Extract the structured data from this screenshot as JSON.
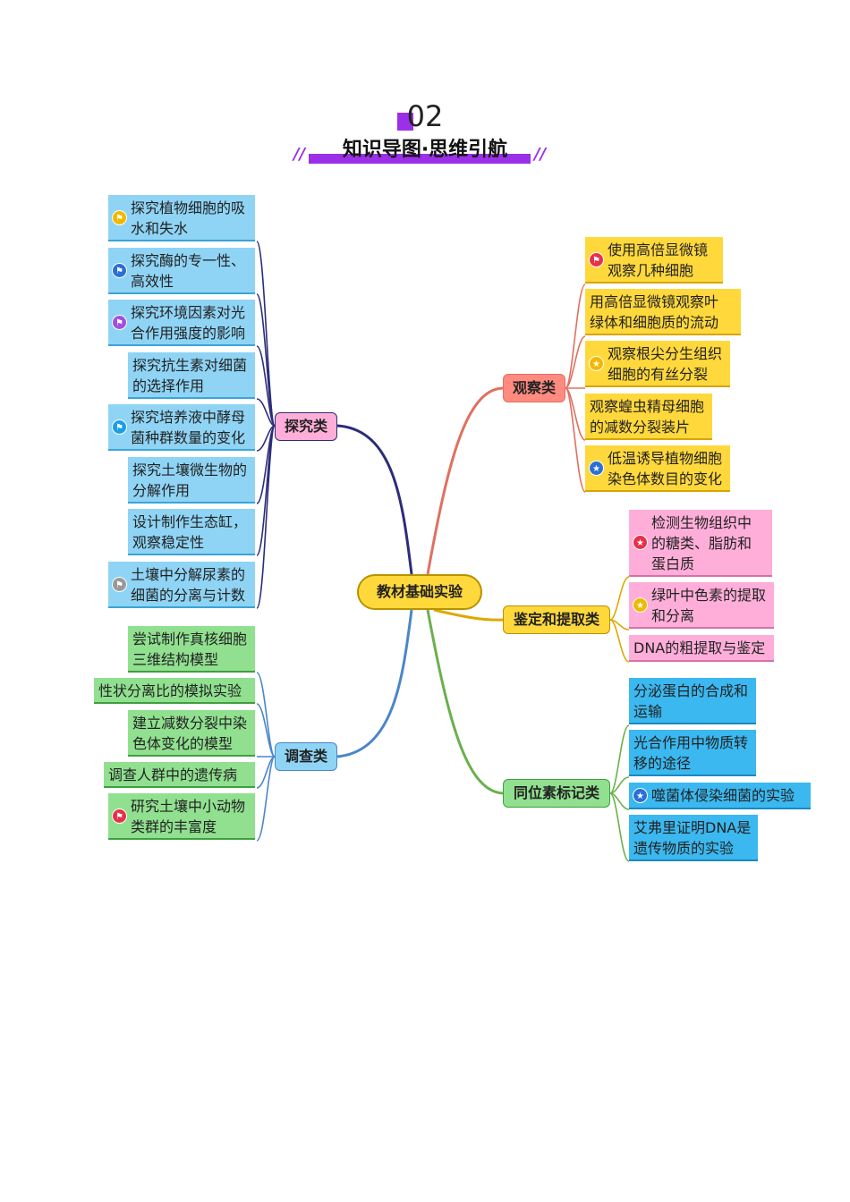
{
  "header": {
    "number": "02",
    "title": "知识导图·思维引航",
    "deco": "//"
  },
  "center": "教材基础实验",
  "branches": {
    "tanjiu": "探究类",
    "diaocha": "调查类",
    "guancha": "观察类",
    "jianding": "鉴定和提取类",
    "tongwei": "同位素标记类"
  },
  "tanjiu_items": [
    {
      "line1": "探究植物细胞的吸",
      "line2": "水和失水",
      "icon": "flag-yellow-icon"
    },
    {
      "line1": "探究酶的专一性、",
      "line2": "高效性",
      "icon": "flag-blue-icon"
    },
    {
      "line1": "探究环境因素对光",
      "line2": "合作用强度的影响",
      "icon": "flag-purple-icon"
    },
    {
      "line1": "探究抗生素对细菌",
      "line2": "的选择作用"
    },
    {
      "line1": "探究培养液中酵母",
      "line2": "菌种群数量的变化",
      "icon": "flag-sky-icon"
    },
    {
      "line1": "探究土壤微生物的",
      "line2": "分解作用"
    },
    {
      "line1": "设计制作生态缸，",
      "line2": "观察稳定性"
    },
    {
      "line1": "土壤中分解尿素的",
      "line2": "细菌的分离与计数",
      "icon": "flag-gray-icon"
    }
  ],
  "diaocha_items": [
    {
      "line1": "尝试制作真核细胞",
      "line2": "三维结构模型"
    },
    {
      "line1": "性状分离比的模拟实验"
    },
    {
      "line1": "建立减数分裂中染",
      "line2": "色体变化的模型"
    },
    {
      "line1": "调查人群中的遗传病"
    },
    {
      "line1": "研究土壤中小动物",
      "line2": "类群的丰富度",
      "icon": "flag-red-icon"
    }
  ],
  "guancha_items": [
    {
      "line1": "使用高倍显微镜",
      "line2": "观察几种细胞",
      "icon": "flag-red-icon"
    },
    {
      "line1": "用高倍显微镜观察叶",
      "line2": "绿体和细胞质的流动"
    },
    {
      "line1": "观察根尖分生组织",
      "line2": "细胞的有丝分裂",
      "icon": "star-yellow-icon"
    },
    {
      "line1": "观察蝗虫精母细胞",
      "line2": "的减数分裂装片"
    },
    {
      "line1": "低温诱导植物细胞",
      "line2": "染色体数目的变化",
      "icon": "star-blue-icon"
    }
  ],
  "jianding_items": [
    {
      "line1": "检测生物组织中",
      "line2": "的糖类、脂肪和",
      "line3": "蛋白质",
      "icon": "star-red-icon"
    },
    {
      "line1": "绿叶中色素的提取",
      "line2": "和分离",
      "icon": "star-yellow-icon"
    },
    {
      "line1": "DNA的粗提取与鉴定"
    }
  ],
  "tongwei_items": [
    {
      "line1": "分泌蛋白的合成和",
      "line2": "运输"
    },
    {
      "line1": "光合作用中物质转",
      "line2": "移的途径"
    },
    {
      "line1": "噬菌体侵染细菌的实验",
      "icon": "star-blue-icon"
    },
    {
      "line1": "艾弗里证明DNA是",
      "line2": "遗传物质的实验"
    }
  ],
  "colors": {
    "purple_accent": "#9b30e8",
    "tanjiu_link": "#2c2c7a",
    "diaocha_link": "#4a86c8",
    "guancha_link": "#e07060",
    "jianding_link": "#e0a800",
    "tongwei_link": "#6ab04c"
  }
}
